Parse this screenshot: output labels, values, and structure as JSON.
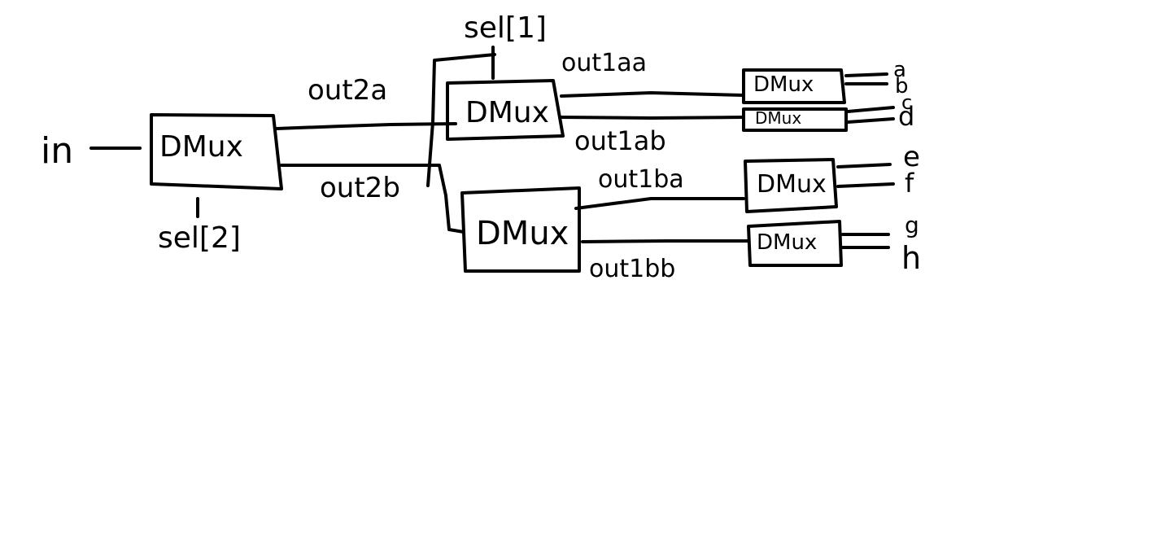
{
  "diagram": {
    "input_label": "in",
    "sel_bottom_label": "sel[2]",
    "sel_top_label": "sel[1]",
    "blocks": {
      "main": "DMux",
      "upper_mid": "DMux",
      "lower_mid": "DMux",
      "out_a": "DMux",
      "out_b": "DMux",
      "out_c": "DMux",
      "out_d": "DMux"
    },
    "wires": {
      "out2a": "out2a",
      "out2b": "out2b",
      "out1aa": "out1aa",
      "out1ab": "out1ab",
      "out1ba": "out1ba",
      "out1bb": "out1bb"
    },
    "outputs": [
      "a",
      "b",
      "c",
      "d",
      "e",
      "f",
      "g",
      "h"
    ],
    "stroke_color": "#000000",
    "background_color": "#ffffff"
  }
}
